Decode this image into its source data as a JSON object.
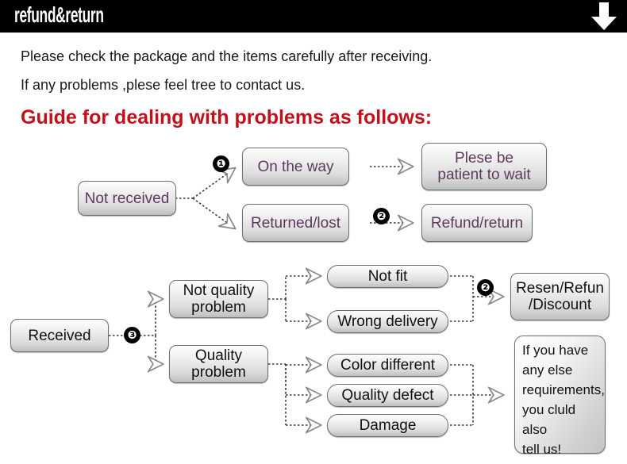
{
  "header": {
    "title": "refund&return",
    "arrow_icon": "down-arrow-icon"
  },
  "intro": {
    "line1": "Please check the package and the items carefully after receiving.",
    "line2": "If any problems ,plese feel tree to contact us.",
    "guide_title": "Guide for dealing with problems as follows:"
  },
  "badges": {
    "one": "❶",
    "two": "❷",
    "three": "❸"
  },
  "flow_top": {
    "source": "Not received",
    "branches": [
      {
        "label": "On the way",
        "result": "Plese be\npatient to wait"
      },
      {
        "label": "Returned/lost",
        "result": "Refund/return"
      }
    ],
    "box_on_the_way": "On the way",
    "box_returned_lost": "Returned/lost",
    "box_patient_l1": "Plese be",
    "box_patient_l2": "patient to wait",
    "box_refund_return": "Refund/return"
  },
  "flow_bottom": {
    "source": "Received",
    "box_not_quality_l1": "Not quality",
    "box_not_quality_l2": "problem",
    "box_quality_l1": "Quality",
    "box_quality_l2": "problem",
    "reasons_not_quality": [
      "Not fit",
      "Wrong delivery"
    ],
    "reasons_quality": [
      "Color different",
      "Quality defect",
      "Damage"
    ],
    "box_not_fit": "Not fit",
    "box_wrong_delivery": "Wrong delivery",
    "box_color_different": "Color different",
    "box_quality_defect": "Quality defect",
    "box_damage": "Damage",
    "outcome_l1": "Resen/Refun",
    "outcome_l2": "/Discount",
    "note_l1": "If you have",
    "note_l2": "any else",
    "note_l3": "requirements,",
    "note_l4": "you cluld also",
    "note_l5": "tell us!"
  },
  "colors": {
    "header_bg": "#000000",
    "header_text": "#ffffff",
    "guide_red": "#c1121b",
    "box_text_purple": "#5c3a5e",
    "box_text_black": "#111111",
    "box_border": "#6e6e6e"
  }
}
